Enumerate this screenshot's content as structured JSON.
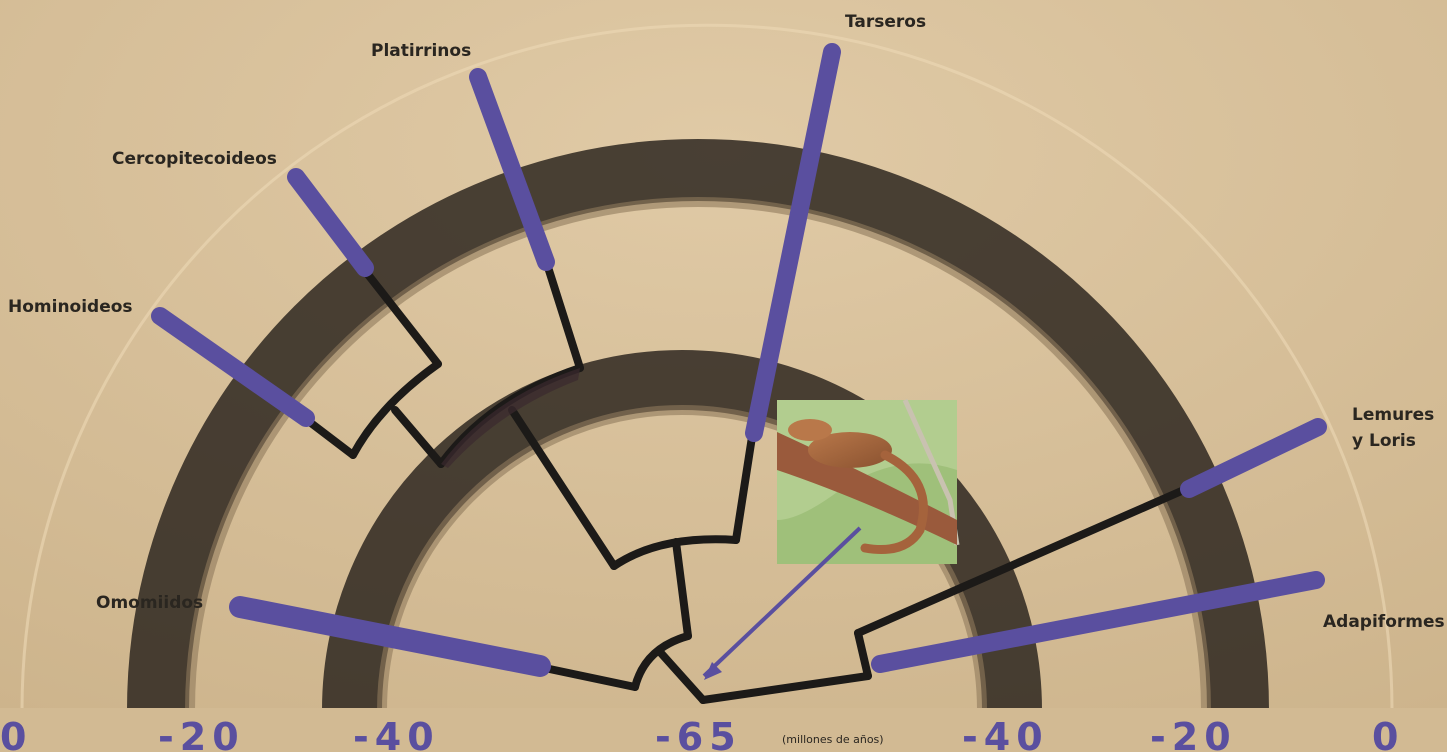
{
  "clades": {
    "hominoideos": "Hominoideos",
    "cercopitecoideos": "Cercopitecoideos",
    "platirrinos": "Platirrinos",
    "tarseros": "Tarseros",
    "lemures_line1": "Lemures",
    "lemures_line2": "y Loris",
    "omomiidos": "Omomiidos",
    "adapiformes": "Adapiformes"
  },
  "axis": {
    "ticks": [
      "0",
      "-20",
      "-40",
      "-65",
      "-40",
      "-20",
      "0"
    ],
    "unit": "(millones de años)"
  },
  "colors": {
    "background": "#d7c09c",
    "branch": "#1c1a18",
    "lineage": "#5a4f9f",
    "axis_text": "#5a4f9f"
  },
  "illustration": {
    "icon": "primate-fossil-icon"
  }
}
